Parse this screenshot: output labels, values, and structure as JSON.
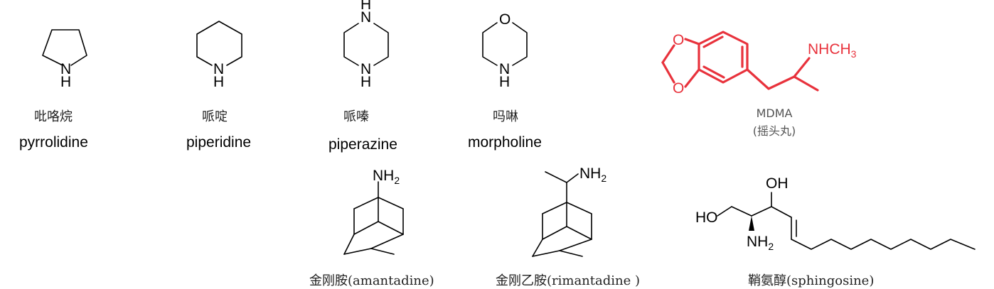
{
  "molecules": {
    "pyrrolidine": {
      "name_cn": "吡咯烷",
      "name_en": "pyrrolidine",
      "atoms": {
        "n": "N",
        "h": "H"
      }
    },
    "piperidine": {
      "name_cn": "哌啶",
      "name_en": "piperidine",
      "atoms": {
        "n": "N",
        "h": "H"
      }
    },
    "piperazine": {
      "name_cn": "哌嗪",
      "name_en": "piperazine",
      "atoms": {
        "n_top": "N",
        "h_top": "H",
        "n_bottom": "N",
        "h_bottom": "H"
      }
    },
    "morpholine": {
      "name_cn": "吗啉",
      "name_en": "morpholine",
      "atoms": {
        "o": "O",
        "n": "N",
        "h": "H"
      }
    },
    "mdma": {
      "name": "MDMA",
      "name_cn": "(摇头丸)",
      "color": "#e8323c",
      "atoms": {
        "o_top": "O",
        "o_bottom": "O",
        "nh": "NHCH",
        "sub3": "3"
      }
    },
    "amantadine": {
      "label": "金刚胺(amantadine)",
      "atoms": {
        "nh": "NH",
        "sub2": "2"
      }
    },
    "rimantadine": {
      "label": "金刚乙胺(rimantadine )",
      "atoms": {
        "nh": "NH",
        "sub2": "2"
      }
    },
    "sphingosine": {
      "label": "鞘氨醇(sphingosine)",
      "atoms": {
        "oh": "OH",
        "ho": "HO",
        "nh": "NH",
        "sub2": "2"
      }
    }
  }
}
